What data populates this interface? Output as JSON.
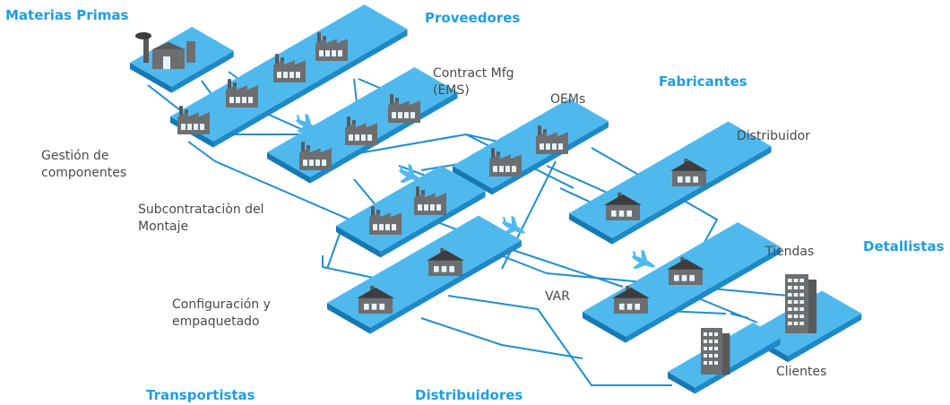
{
  "categories": {
    "materias_primas": "Materias Primas",
    "proveedores": "Proveedores",
    "fabricantes": "Fabricantes",
    "detallistas": "Detallistas",
    "transportistas": "Transportistas",
    "distribuidores": "Distribuidores"
  },
  "labels": {
    "contract_mfg_1": "Contract Mfg",
    "contract_mfg_2": "(EMS)",
    "oems": "OEMs",
    "distribuidor": "Distribuidor",
    "gestion_1": "Gestión de",
    "gestion_2": "componentes",
    "subcontratacion_1": "Subcontrataciòn del",
    "subcontratacion_2": "Montaje",
    "tiendas": "Tiendas",
    "configuracion_1": "Configuración y",
    "configuracion_2": "empaquetado",
    "var": "VAR",
    "clientes": "Clientes"
  },
  "colors": {
    "accent": "#1f9ee3",
    "platform_top": "#4fb9ee",
    "platform_side": "#1d89c8",
    "line": "#1f8fd0",
    "building": "#6d6e70",
    "building_dark": "#58595b",
    "text": "#4a4a4a"
  },
  "icons": {
    "factory": "factory-icon",
    "house": "house-icon",
    "airplane": "airplane-icon",
    "tower": "office-tower-icon"
  }
}
